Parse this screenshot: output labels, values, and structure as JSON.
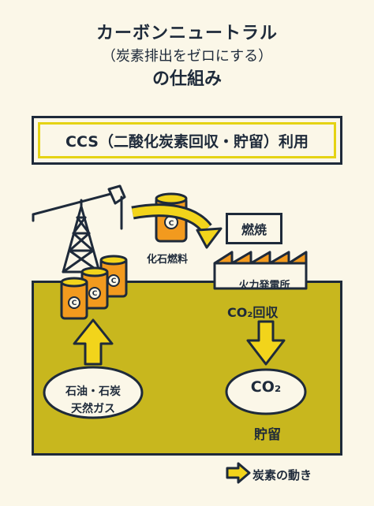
{
  "title": {
    "line1": "カーボンニュートラル",
    "line2": "（炭素排出をゼロにする）",
    "line3": "の仕組み"
  },
  "ccs_banner": "CCS（二酸化炭素回収・貯留）利用",
  "labels": {
    "fossil_fuel": "化石燃料",
    "combustion": "燃焼",
    "power_plant": "火力発電所",
    "co2_capture": "CO₂回収",
    "co2": "CO₂",
    "storage": "貯留",
    "oil_coal_line1": "石油・石炭",
    "oil_coal_line2": "天然ガス",
    "barrel_mark": "C"
  },
  "legend": {
    "label": "炭素の動き"
  },
  "colors": {
    "navy": "#1e2a3a",
    "yellow": "#f2d41b",
    "orange": "#f29a1e",
    "olive_ground": "#c8b71e",
    "cream": "#fbf7e8"
  }
}
